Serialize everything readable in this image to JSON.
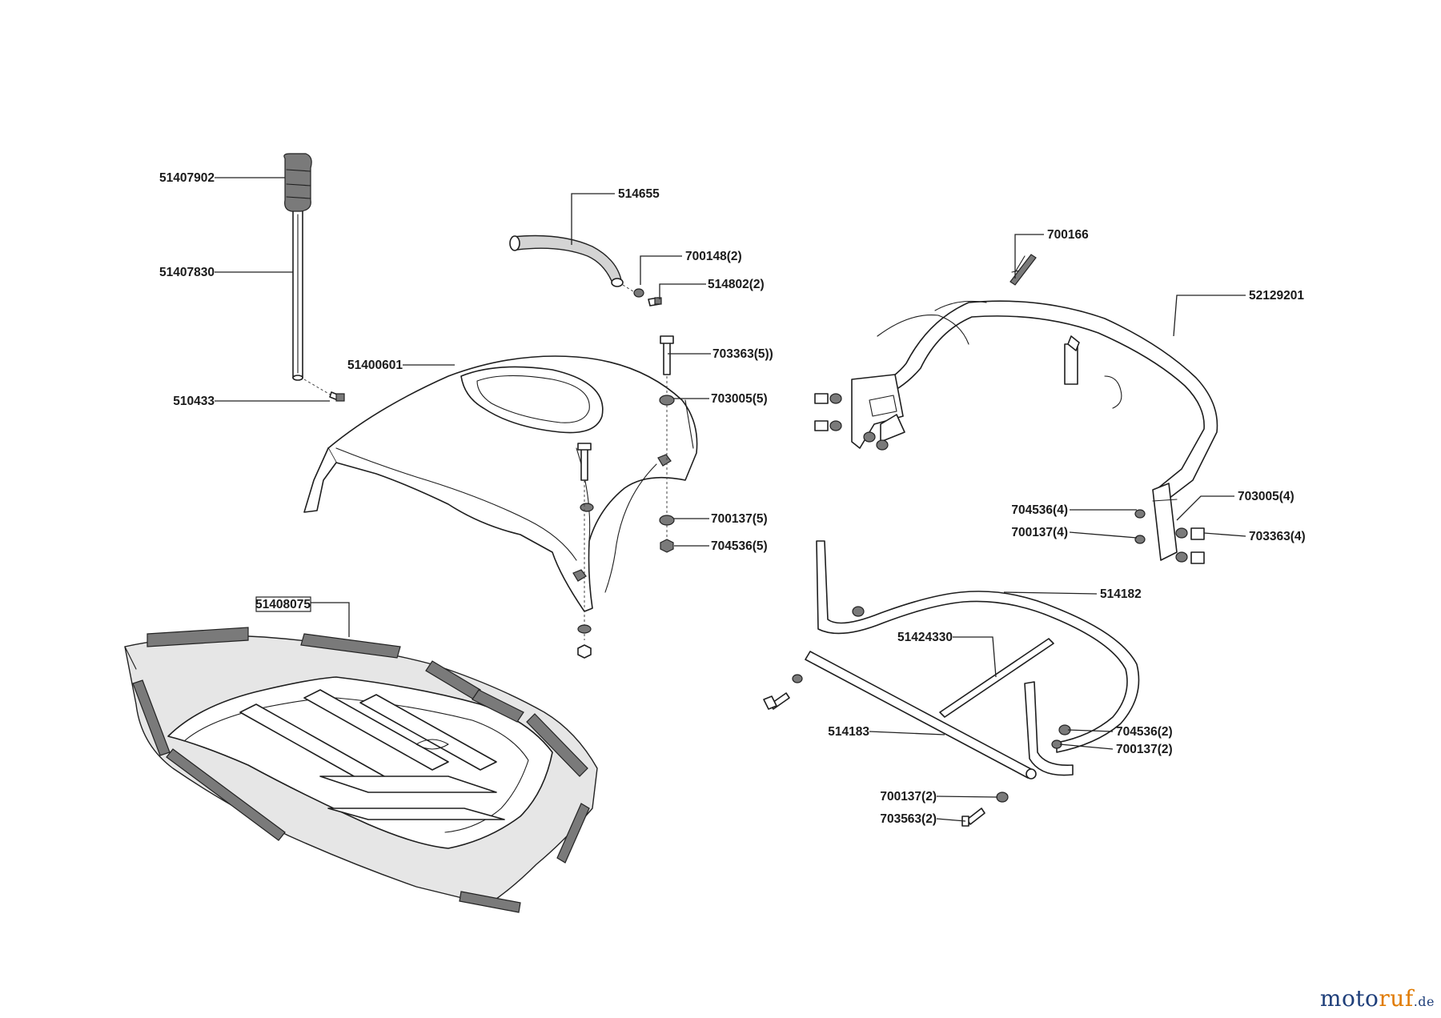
{
  "title": "",
  "labels": {
    "p51407902": "51407902",
    "p51407830": "51407830",
    "p510433": "510433",
    "p514655": "514655",
    "p700148_2": "700148(2)",
    "p514802_2": "514802(2)",
    "p703363_5": "703363(5))",
    "p703005_5": "703005(5)",
    "p51400601": "51400601",
    "p700137_5": "700137(5)",
    "p704536_5": "704536(5)",
    "p51408075": "51408075",
    "p700166": "700166",
    "p52129201": "52129201",
    "p704536_4": "704536(4)",
    "p700137_4": "700137(4)",
    "p703005_4": "703005(4)",
    "p703363_4": "703363(4)",
    "p514182": "514182",
    "p51424330": "51424330",
    "p514183": "514183",
    "p704536_2": "704536(2)",
    "p700137_2a": "700137(2)",
    "p700137_2b": "700137(2)",
    "p703563_2": "703563(2)"
  },
  "watermark": {
    "part1": "moto",
    "part2": "ruf",
    "part3": ".de"
  },
  "colors": {
    "watermark_blue": "#1f3f7a",
    "watermark_orange": "#e07a00"
  }
}
